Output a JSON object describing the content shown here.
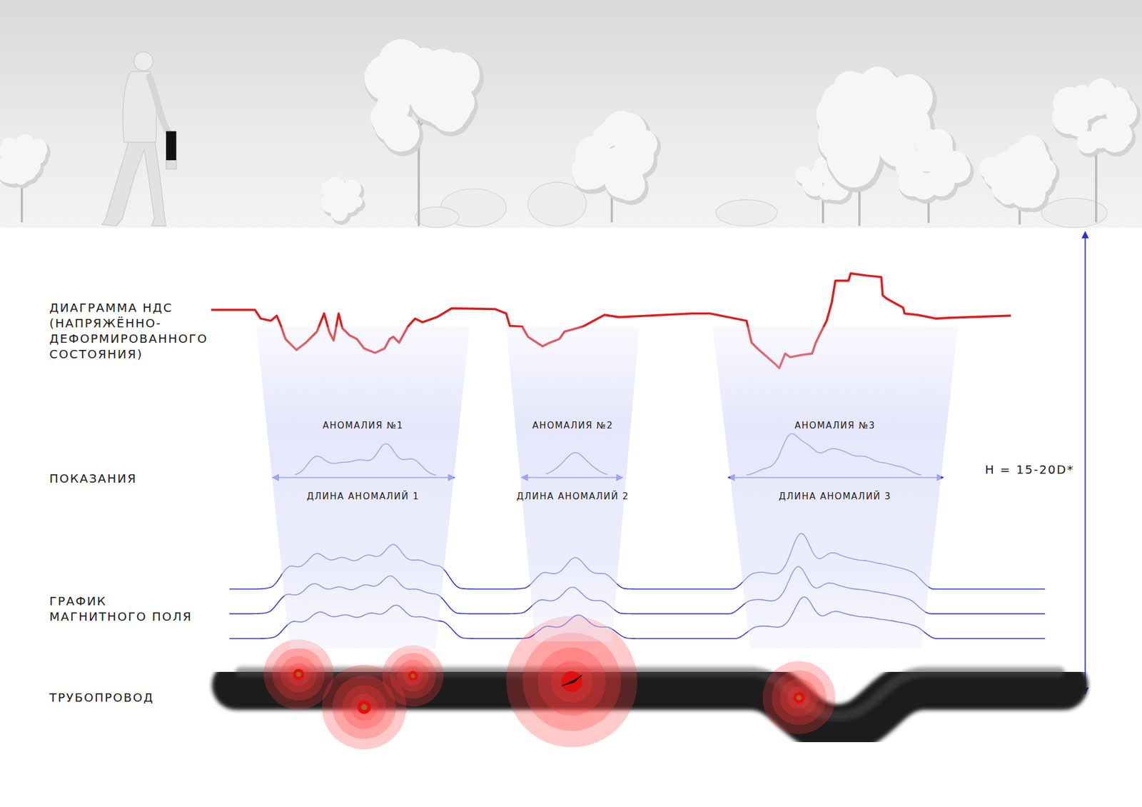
{
  "diagram": {
    "nodes": [
      {
        "text": [
          "АНОМАЛИЯ №1",
          "ДЛИНА АНОМАЛИЙ 1"
        ]
      },
      {
        "text": [
          "АНОМАЛИЯ №2",
          "ДЛИНА АНОМАЛИЙ 2"
        ]
      },
      {
        "text": [
          "АНОМАЛИЯ №3",
          "ДЛИНА АНОМАЛИЙ 3"
        ]
      }
    ],
    "labels": [
      "ДИАГРАММА НДС (НАПРЯЖЁННО-ДЕФОРМИРОВАННОГО СОСТОЯНИЯ)",
      "ПОКАЗАНИЯ",
      "H = 15-20D*",
      "ГРАФИК МАГНИТНОГО ПОЛЯ",
      "ТРУБОПРОВОД"
    ]
  }
}
